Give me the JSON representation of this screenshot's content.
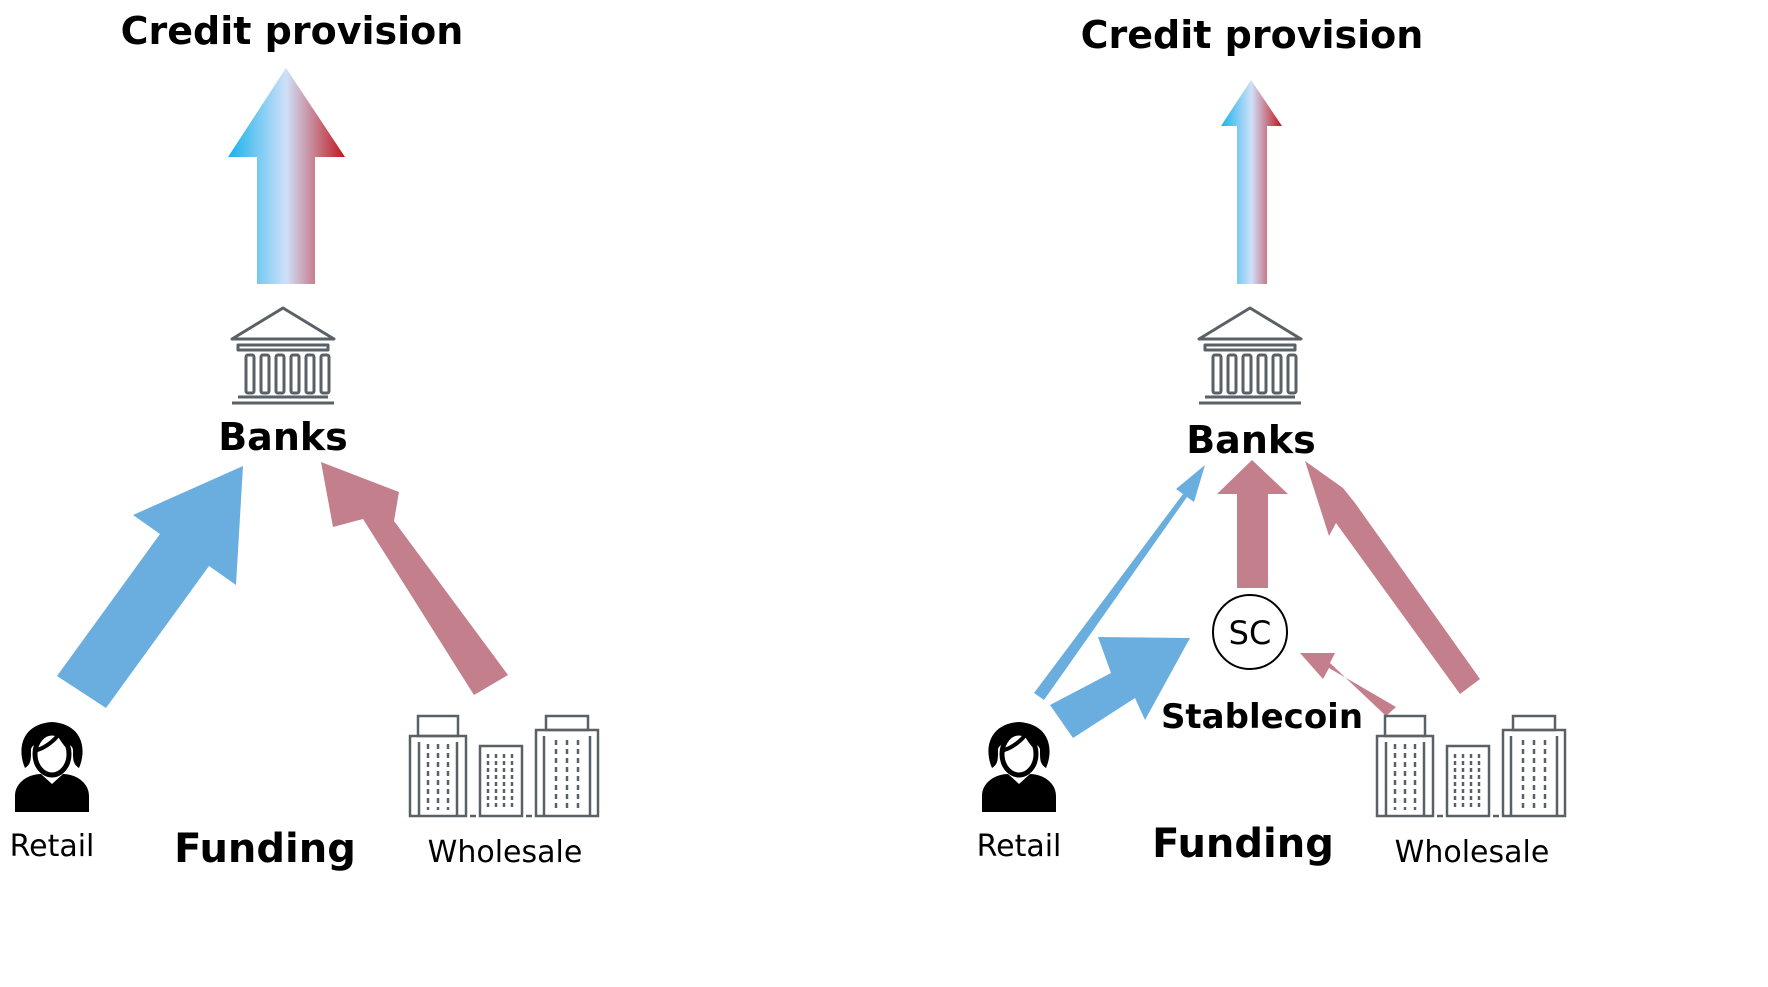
{
  "colors": {
    "retail_blue": "#6AAEE0",
    "wholesale_pink": "#C47F8D",
    "gradient_blue": "#19B2EB",
    "gradient_light": "#CFE0F8",
    "gradient_red": "#C0161E",
    "icon_gray": "#5A6166",
    "person_black": "#000000"
  },
  "left_panel": {
    "title": "Credit provision",
    "banks_label": "Banks",
    "funding_label": "Funding",
    "retail_label": "Retail",
    "wholesale_label": "Wholesale",
    "icons": [
      "bank-icon",
      "person-icon",
      "buildings-icon"
    ]
  },
  "right_panel": {
    "title": "Credit provision",
    "banks_label": "Banks",
    "funding_label": "Funding",
    "retail_label": "Retail",
    "wholesale_label": "Wholesale",
    "stablecoin_label": "Stablecoin",
    "stablecoin_abbrev": "SC",
    "icons": [
      "bank-icon",
      "person-icon",
      "buildings-icon",
      "stablecoin-circle-icon"
    ]
  }
}
